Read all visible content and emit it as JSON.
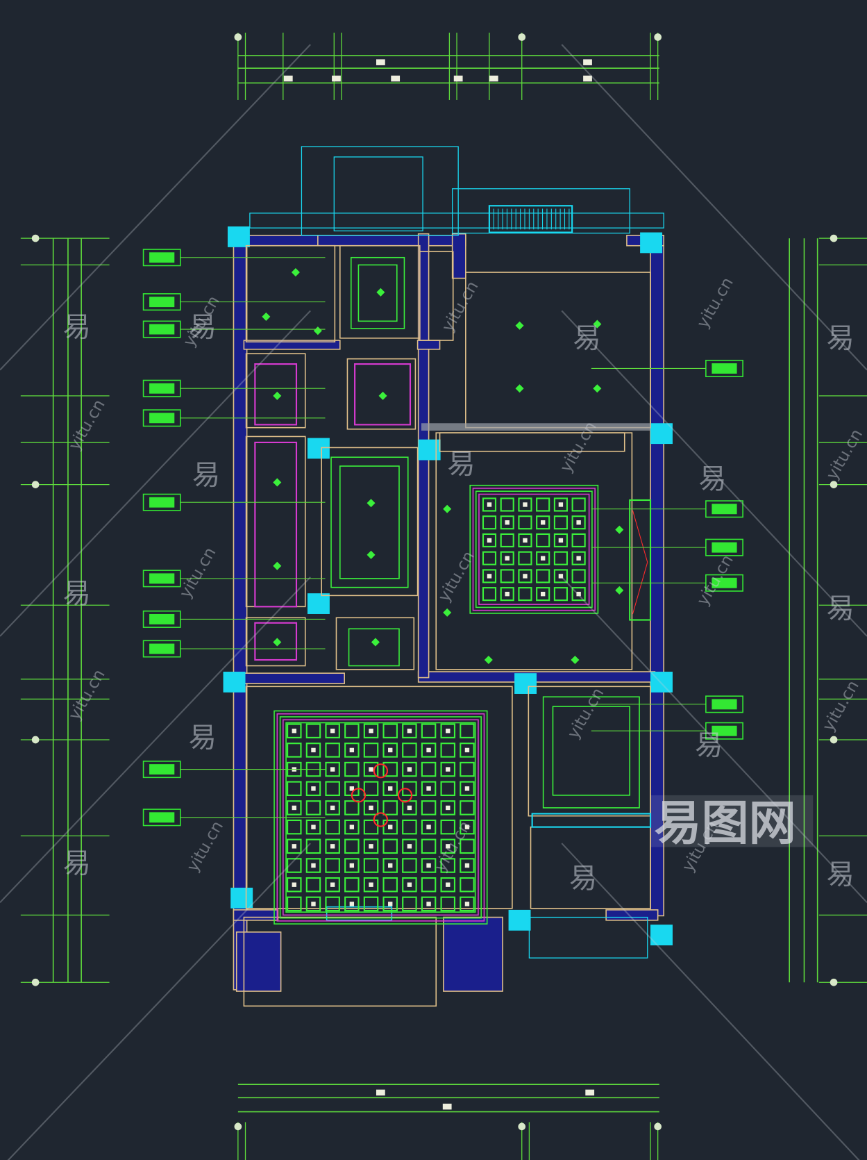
{
  "drawing": {
    "type": "ceiling-plan",
    "colors": {
      "background": "#1f2630",
      "dimension": "#5fdc3c",
      "wall_fill": "#1a1f8c",
      "wall_line": "#e0c08a",
      "cyan": "#19d8f0",
      "magenta": "#d63ad0",
      "lattice": "#3bf03b",
      "label_tag": "#33e833",
      "red": "#ff2a2a"
    }
  },
  "watermark": {
    "char": "易",
    "site": "yitu.cn",
    "logo": "易图网"
  }
}
